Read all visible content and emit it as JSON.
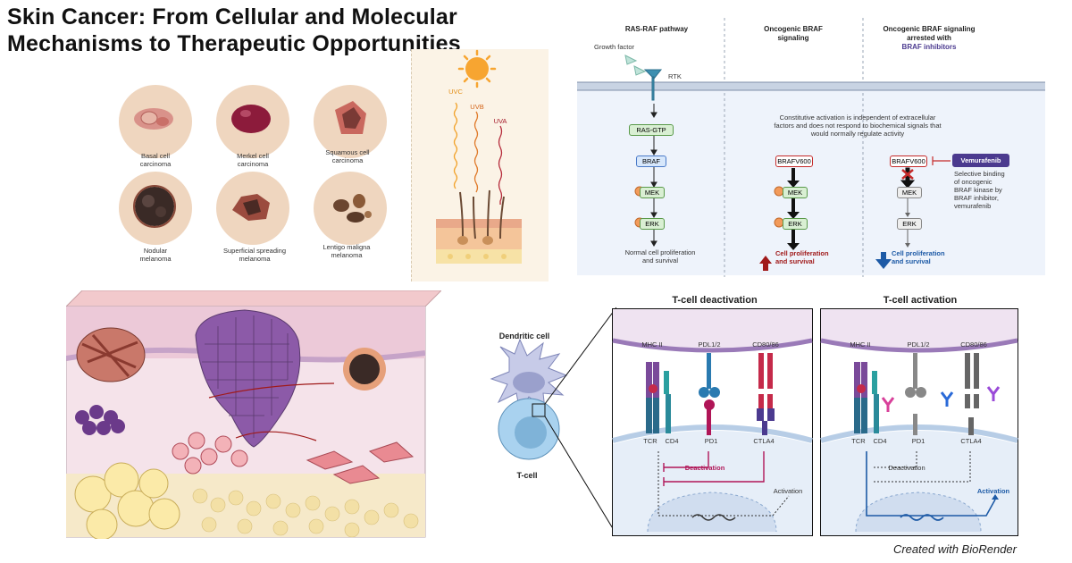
{
  "title_line1": "Skin Cancer: From Cellular and Molecular",
  "title_line2": "Mechanisms to Therapeutic Opportunities",
  "lesions": [
    {
      "label": "Basal cell carcinoma"
    },
    {
      "label": "Merkel cell carcinoma"
    },
    {
      "label": "Squamous cell carcinoma"
    },
    {
      "label": "Nodular melanoma"
    },
    {
      "label": "Superficial spreading melanoma"
    },
    {
      "label": "Lentigo maligna melanoma"
    }
  ],
  "uv": {
    "uvc": "UVC",
    "uvb": "UVB",
    "uva": "UVA"
  },
  "braf_panel": {
    "col1_header": "RAS-RAF pathway",
    "col2_header": "Oncogenic BRAF signaling",
    "col3_header": "Oncogenic BRAF signaling arrested with",
    "col3_header_accent": "BRAF inhibitors",
    "growth_factor": "Growth factor",
    "rtk": "RTK",
    "ras_gtp": "RAS-GTP",
    "braf": "BRAF",
    "braf_v600": "BRAFV600",
    "mek": "MEK",
    "erk": "ERK",
    "p": "P",
    "normal_outcome": "Normal cell proliferation and survival",
    "constitutive_note": "Constitutive activation is independent of extracellular factors and does not respond to biochemical signals that would normally regulate activity",
    "vemurafenib": "Vemurafenib",
    "selective_note": "Selective binding of oncogenic BRAF kinase by BRAF inhibitor, vemurafenib",
    "up_outcome": "Cell proliferation and survival",
    "down_outcome": "Cell proliferation and survival"
  },
  "immune": {
    "dendritic_cell": "Dendritic cell",
    "t_cell": "T-cell",
    "deactivation_title": "T-cell deactivation",
    "activation_title": "T-cell activation",
    "mhc": "MHC II",
    "pdl": "PDL1/2",
    "cd80": "CD80/86",
    "tcr": "TCR",
    "cd4": "CD4",
    "pd1": "PD1",
    "ctla4": "CTLA4",
    "deactivation": "Deactivation",
    "activation": "Activation"
  },
  "credit": "Created with BioRender",
  "colors": {
    "magenta": "#b01557",
    "blue": "#1d5aa6",
    "purple": "#4b3a8f",
    "dark_red": "#a01a1a",
    "green_box": "#d9efd3"
  }
}
